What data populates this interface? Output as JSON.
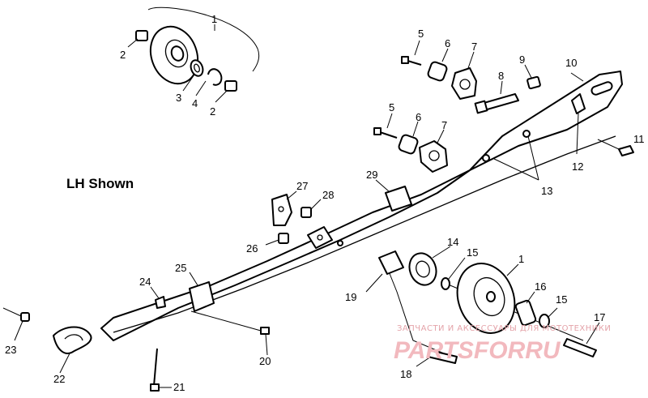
{
  "diagram": {
    "caption": "LH Shown",
    "callouts": [
      {
        "id": "c1a",
        "label": "1"
      },
      {
        "id": "c2a",
        "label": "2"
      },
      {
        "id": "c3",
        "label": "3"
      },
      {
        "id": "c4",
        "label": "4"
      },
      {
        "id": "c2b",
        "label": "2"
      },
      {
        "id": "c5a",
        "label": "5"
      },
      {
        "id": "c6a",
        "label": "6"
      },
      {
        "id": "c7a",
        "label": "7"
      },
      {
        "id": "c8",
        "label": "8"
      },
      {
        "id": "c9",
        "label": "9"
      },
      {
        "id": "c10",
        "label": "10"
      },
      {
        "id": "c11",
        "label": "11"
      },
      {
        "id": "c12",
        "label": "12"
      },
      {
        "id": "c5b",
        "label": "5"
      },
      {
        "id": "c6b",
        "label": "6"
      },
      {
        "id": "c7b",
        "label": "7"
      },
      {
        "id": "c13",
        "label": "13"
      },
      {
        "id": "c27",
        "label": "27"
      },
      {
        "id": "c28",
        "label": "28"
      },
      {
        "id": "c29",
        "label": "29"
      },
      {
        "id": "c26",
        "label": "26"
      },
      {
        "id": "c25",
        "label": "25"
      },
      {
        "id": "c24",
        "label": "24"
      },
      {
        "id": "c14",
        "label": "14"
      },
      {
        "id": "c15a",
        "label": "15"
      },
      {
        "id": "c1b",
        "label": "1"
      },
      {
        "id": "c19",
        "label": "19"
      },
      {
        "id": "c16",
        "label": "16"
      },
      {
        "id": "c15b",
        "label": "15"
      },
      {
        "id": "c17",
        "label": "17"
      },
      {
        "id": "c23",
        "label": "23"
      },
      {
        "id": "c22",
        "label": "22"
      },
      {
        "id": "c20",
        "label": "20"
      },
      {
        "id": "c21",
        "label": "21"
      },
      {
        "id": "c18",
        "label": "18"
      }
    ]
  },
  "watermark": {
    "line1": "ЗАПЧАСТИ И АКСЕССУАРЫ ДЛЯ МОТОТЕХНИКИ",
    "line2": "PARTSFORRU"
  }
}
